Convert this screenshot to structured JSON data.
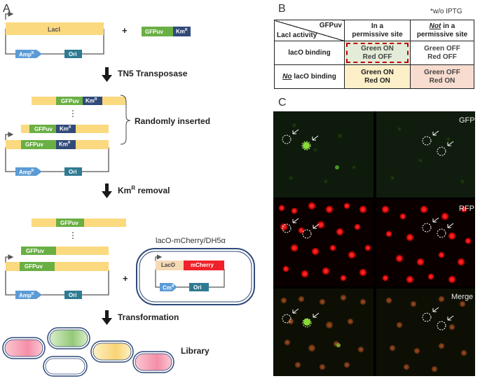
{
  "panels": {
    "a": "A",
    "b": "B",
    "c": "C"
  },
  "panelA": {
    "laci": "LacI",
    "gfpuv": "GFPuv",
    "kmr": "Km",
    "kmr_sup": "R",
    "amp": "Amp",
    "amp_sup": "R",
    "ori": "Ori",
    "plus": "+",
    "ellipsis": "⋮",
    "step1": "TN5 Transposase",
    "randomly_inserted": "Randomly inserted",
    "step2_prefix": "Km",
    "step2_sup": "R",
    "step2_suffix": " removal",
    "reporter_title": "lacO-mCherry/DH5α",
    "laco": "LacO",
    "mcherry": "mCherry",
    "cm": "Cm",
    "cm_sup": "R",
    "step3": "Transformation",
    "library": "Library"
  },
  "panelB": {
    "note": "*w/o IPTG",
    "header_top": "GFPuv",
    "header_bottom": "LacI activity",
    "col1_line1": "In a",
    "col1_line2": "permissive site",
    "col2_em": "Not",
    "col2_rest": " in a",
    "col2_line2": "permissive site",
    "row1_label": "lacO binding",
    "row2_em": "No",
    "row2_rest": " lacO binding",
    "r1c1_a": "Green ON",
    "r1c1_b": "Red OFF",
    "r1c2_a": "Green OFF",
    "r1c2_b": "Red OFF",
    "r2c1_a": "Green ON",
    "r2c1_b": "Red ON",
    "r2c2_a": "Green OFF",
    "r2c2_b": "Red ON"
  },
  "panelC": {
    "gfp": "GFP",
    "rfp": "RFP",
    "merge": "Merge"
  },
  "colors": {
    "yellow": "#fbd97f",
    "green": "#6aaf44",
    "navy": "#324a79",
    "blue_arrow": "#5b9bd5",
    "teal": "#2e7a93",
    "peach": "#f6d9b4",
    "red": "#f0212a",
    "highlight": "#c00000"
  }
}
